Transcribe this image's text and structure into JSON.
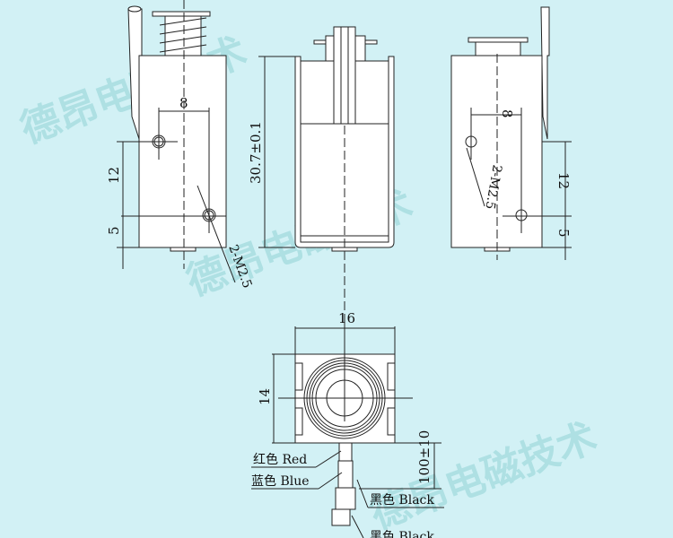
{
  "watermark": {
    "text": "德昂电磁技术"
  },
  "left_view": {
    "dim_width": "8",
    "dim_pitch": "12",
    "dim_bottom": "5",
    "hole_label": "2-M2.5"
  },
  "center_view": {
    "dim_height": "30.7±0.1"
  },
  "right_view": {
    "dim_width": "8",
    "dim_pitch": "12",
    "dim_bottom": "5",
    "hole_label": "2-M2.5"
  },
  "bottom_view": {
    "dim_width": "16",
    "dim_height": "14",
    "dim_lead": "100±10"
  },
  "wires": [
    {
      "label": "红色 Red"
    },
    {
      "label": "蓝色 Blue"
    },
    {
      "label": "黑色 Black"
    },
    {
      "label": "黑色 Black"
    }
  ],
  "colors": {
    "background": "#d2f1f5",
    "watermark": "#9fd9dc"
  }
}
